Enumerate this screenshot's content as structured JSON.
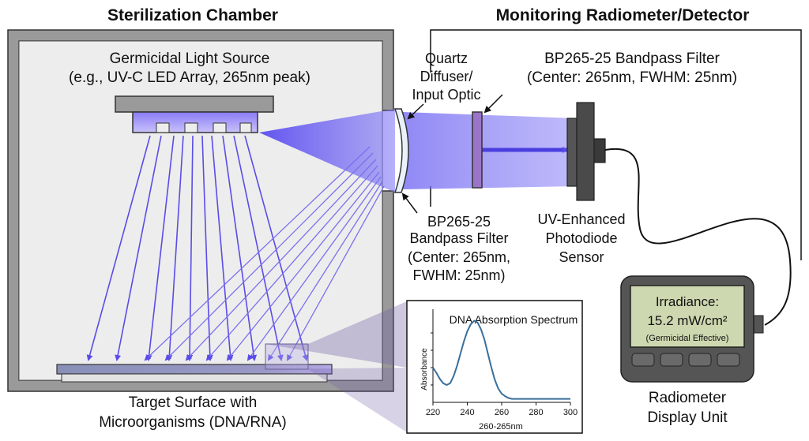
{
  "headings": {
    "left": "Sterilization Chamber",
    "right": "Monitoring Radiometer/Detector"
  },
  "source": {
    "line1": "Germicidal Light Source",
    "line2": "(e.g., UV-C LED Array, 265nm peak)"
  },
  "diffuser": {
    "line1": "Quartz",
    "line2": "Diffuser/",
    "line3": "Input Optic"
  },
  "filter_top": {
    "line1": "BP265-25 Bandpass Filter",
    "line2": "(Center: 265nm, FWHM: 25nm)"
  },
  "filter_bottom": {
    "line1": "BP265-25",
    "line2": "Bandpass Filter",
    "line3": "(Center: 265nm,",
    "line4": "FWHM: 25nm)"
  },
  "sensor": {
    "line1": "UV-Enhanced",
    "line2": "Photodiode",
    "line3": "Sensor"
  },
  "display": {
    "line1": "Irradiance:",
    "line2": "15.2 mW/cm²",
    "line3": "(Germicidal Effective)"
  },
  "display_label": {
    "line1": "Radiometer",
    "line2": "Display Unit"
  },
  "target": {
    "line1": "Target Surface with",
    "line2": "Microorganisms (DNA/RNA)"
  },
  "colors": {
    "beam": "#6a5cf0",
    "chamber_frame": "#9a9a9a",
    "chamber_interior": "#ededed",
    "lcd": "#cdd8b0",
    "curve": "#3a6f9a"
  },
  "chart_data": {
    "type": "line",
    "title": "DNA Absorption Spectrum",
    "ylabel": "Absorbance",
    "xlabel": "260-265nm",
    "xlim": [
      220,
      300
    ],
    "ylim": [
      0,
      1
    ],
    "x_ticks": [
      "220",
      "240",
      "260",
      "280",
      "300"
    ],
    "series": [
      {
        "x": [
          220,
          222,
          224,
          226,
          228,
          230,
          232,
          234,
          236,
          238,
          240,
          242,
          244,
          246,
          248,
          250,
          252,
          254,
          256,
          258,
          260,
          262,
          264,
          266,
          268,
          270,
          274,
          280,
          290,
          300
        ],
        "values": [
          0.4,
          0.34,
          0.27,
          0.22,
          0.2,
          0.22,
          0.3,
          0.42,
          0.56,
          0.7,
          0.82,
          0.9,
          0.94,
          0.92,
          0.84,
          0.72,
          0.56,
          0.4,
          0.26,
          0.16,
          0.1,
          0.07,
          0.05,
          0.04,
          0.04,
          0.04,
          0.04,
          0.04,
          0.04,
          0.04
        ]
      }
    ]
  }
}
